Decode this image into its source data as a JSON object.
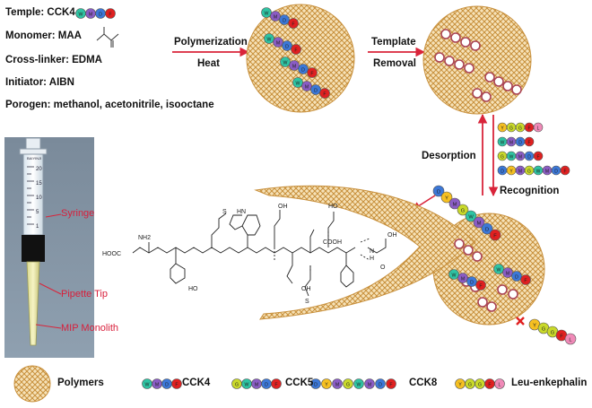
{
  "recipe": {
    "template": "Temple: CCK4",
    "monomer": "Monomer: MAA",
    "crosslinker": "Cross-linker: EDMA",
    "initiator": "Initiator: AIBN",
    "porogen": "Porogen: methanol, acetonitrile, isooctane"
  },
  "steps": {
    "polymerization": "Polymerization",
    "heat": "Heat",
    "template": "Template",
    "removal": "Removal",
    "desorption": "Desorption",
    "recognition": "Recognition"
  },
  "syringe": {
    "syringe_label": "Syringe",
    "pipette_label": "Pipette Tip",
    "monolith_label": "MIP Monolith",
    "brand_text": "BAIYINJI",
    "scale": [
      "20",
      "15",
      "10",
      "5",
      "1"
    ]
  },
  "legend": {
    "polymers": "Polymers",
    "cck4": "CCK4",
    "cck5": "CCK5",
    "cck8": "CCK8",
    "leu": "Leu-enkephalin"
  },
  "peptides": {
    "cck4": [
      "W",
      "M",
      "D",
      "F"
    ],
    "cck5": [
      "G",
      "W",
      "M",
      "D",
      "F"
    ],
    "cck8": [
      "D",
      "Y",
      "M",
      "G",
      "W",
      "M",
      "D",
      "F"
    ],
    "leu": [
      "Y",
      "G",
      "G",
      "F",
      "L"
    ]
  },
  "chemistry": {
    "labels": [
      "HOOC",
      "NH2",
      "S",
      "HN",
      "HO",
      "OH",
      "COOH",
      "N",
      "H",
      "O",
      "S",
      "OH",
      "HO",
      "OH"
    ]
  },
  "colors": {
    "W": "#2ec4a3",
    "M": "#8a5cc4",
    "D": "#3c78d8",
    "F": "#e02020",
    "G": "#c9d92a",
    "Y": "#f6c021",
    "L": "#f08ab8",
    "arrow": "#d9243a",
    "matrix": "#c8903c"
  }
}
